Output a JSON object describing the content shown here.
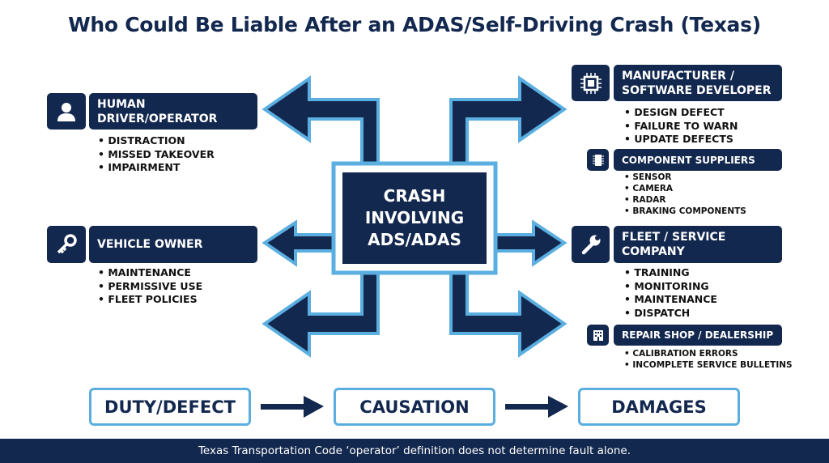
{
  "title": "Who Could Be Liable After an ADAS/Self-Driving Crash (Texas)",
  "colors": {
    "navy": "#13284f",
    "light_blue": "#5aaee0"
  },
  "center": {
    "lines": [
      "CRASH",
      "INVOLVING",
      "ADS/ADAS"
    ]
  },
  "parties": {
    "human": {
      "icon": "person-icon",
      "lines": [
        "HUMAN",
        "DRIVER/OPERATOR"
      ],
      "items": [
        "DISTRACTION",
        "MISSED TAKEOVER",
        "IMPAIRMENT"
      ]
    },
    "owner": {
      "icon": "key-icon",
      "lines": [
        "VEHICLE OWNER"
      ],
      "items": [
        "MAINTENANCE",
        "PERMISSIVE USE",
        "FLEET POLICIES"
      ]
    },
    "manufacturer": {
      "icon": "chip-icon",
      "lines": [
        "MANUFACTURER /",
        "SOFTWARE DEVELOPER"
      ],
      "items": [
        "DESIGN DEFECT",
        "FAILURE TO WARN",
        "UPDATE DEFECTS"
      ]
    },
    "suppliers": {
      "icon": "component-icon",
      "lines": [
        "COMPONENT SUPPLIERS"
      ],
      "items": [
        "SENSOR",
        "CAMERA",
        "RADAR",
        "BRAKING COMPONENTS"
      ]
    },
    "fleet": {
      "icon": "wrench-icon",
      "lines": [
        "FLEET / SERVICE",
        "COMPANY"
      ],
      "items": [
        "TRAINING",
        "MONITORING",
        "MAINTENANCE",
        "DISPATCH"
      ]
    },
    "repair": {
      "icon": "building-icon",
      "lines": [
        "REPAIR SHOP / DEALERSHIP"
      ],
      "items": [
        "CALIBRATION ERRORS",
        "INCOMPLETE SERVICE BULLETINS"
      ]
    }
  },
  "steps": [
    "DUTY/DEFECT",
    "CAUSATION",
    "DAMAGES"
  ],
  "footer": "Texas Transportation Code ‘operator’ definition does not determine fault alone."
}
